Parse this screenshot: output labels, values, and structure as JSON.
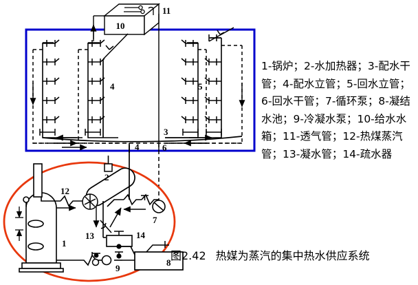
{
  "figure": {
    "caption_number": "图2.42",
    "caption_title": "热媒为蒸汽的集中热水供应系统",
    "legend_text": "1-锅炉；2-水加热器；3-配水干管；4-配水立管；5-回水立管；6-回水干管；7-循环泵；8-凝结水池；9-冷凝水泵；10-给水水箱；11-透气管；12-热煤蒸汽管；13-凝水管；14-疏水器",
    "colors": {
      "building_outline": "#0000cc",
      "plantroom_highlight": "#e8380d",
      "line": "#000000",
      "background": "#ffffff"
    }
  },
  "callouts": {
    "boiler": "1",
    "water_heater": "2",
    "distribution_main": "3",
    "distribution_riser": "4",
    "return_riser": "5",
    "return_main": "6",
    "circulation_pump": "7",
    "condensate_tank": "8",
    "condensate_pump": "9",
    "feed_water_tank": "10",
    "vent_pipe": "11",
    "steam_pipe": "12",
    "condensate_pipe": "13",
    "steam_trap": "14"
  },
  "components": [
    {
      "id": "1",
      "name": "锅炉",
      "role": "boiler"
    },
    {
      "id": "2",
      "name": "水加热器",
      "role": "water-heater"
    },
    {
      "id": "3",
      "name": "配水干管",
      "role": "distribution-main"
    },
    {
      "id": "4",
      "name": "配水立管",
      "role": "distribution-riser"
    },
    {
      "id": "5",
      "name": "回水立管",
      "role": "return-riser"
    },
    {
      "id": "6",
      "name": "回水干管",
      "role": "return-main"
    },
    {
      "id": "7",
      "name": "循环泵",
      "role": "circulation-pump"
    },
    {
      "id": "8",
      "name": "凝结水池",
      "role": "condensate-tank"
    },
    {
      "id": "9",
      "name": "冷凝水泵",
      "role": "condensate-pump"
    },
    {
      "id": "10",
      "name": "给水水箱",
      "role": "feed-water-tank"
    },
    {
      "id": "11",
      "name": "透气管",
      "role": "vent-pipe"
    },
    {
      "id": "12",
      "name": "热煤蒸汽管",
      "role": "steam-pipe"
    },
    {
      "id": "13",
      "name": "凝水管",
      "role": "condensate-pipe"
    },
    {
      "id": "14",
      "name": "疏水器",
      "role": "steam-trap"
    }
  ]
}
